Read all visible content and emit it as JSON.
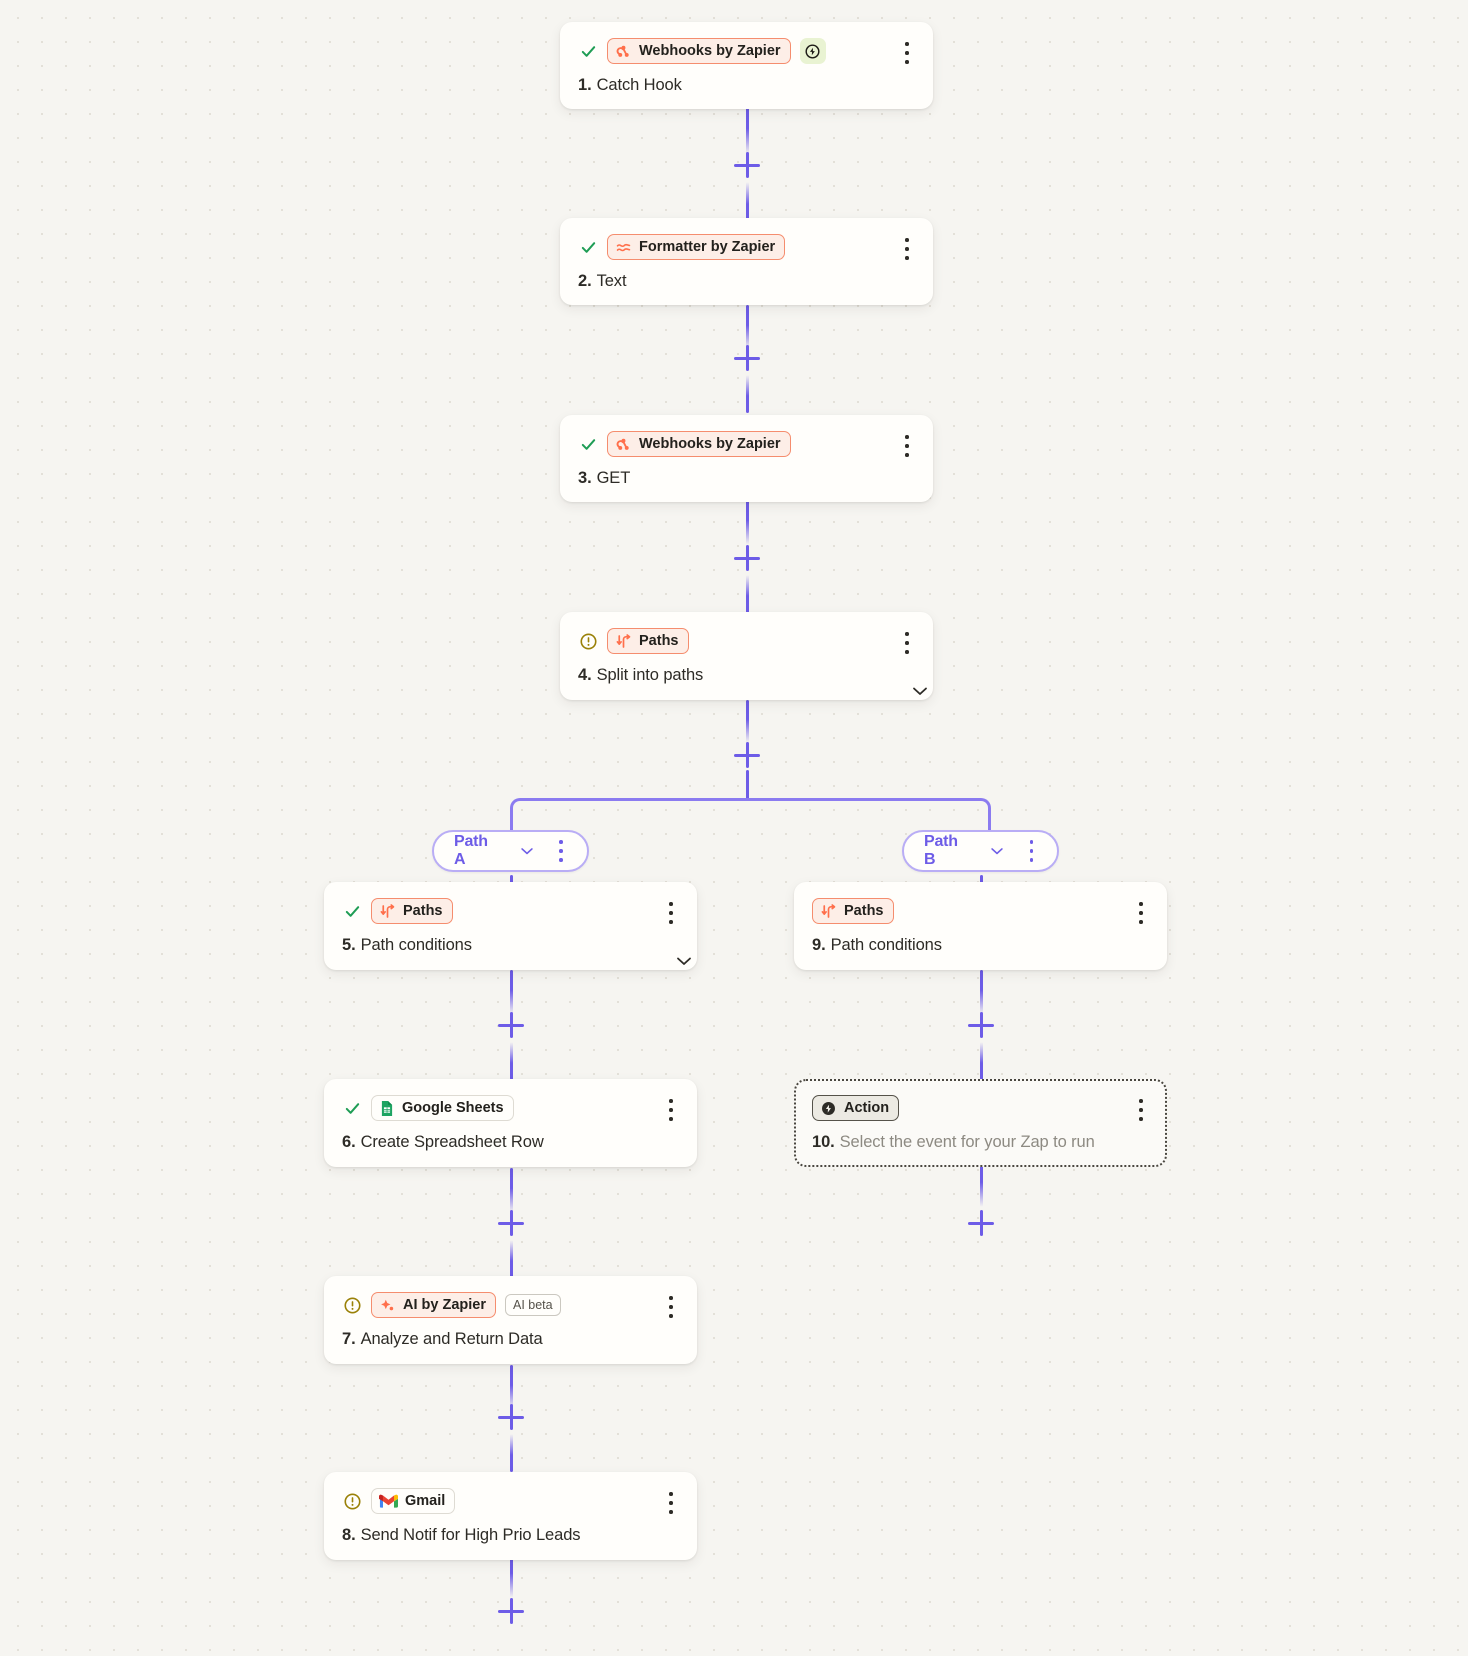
{
  "canvas": {
    "background_color": "#f6f5f1",
    "connector_color": "#6d5ce7",
    "accent_orange": "#f58d6e",
    "warning_color": "#9a8108",
    "success_color": "#1f9d55"
  },
  "nodes": [
    {
      "id": "step-1",
      "number": "1.",
      "title": "Catch Hook",
      "app": "Webhooks by Zapier",
      "app_icon": "webhooks-icon",
      "status_icon": "check-icon",
      "instant_badge": "instant-trigger-icon",
      "menu_icon": "kebab-menu-icon",
      "has_chevron": false
    },
    {
      "id": "step-2",
      "number": "2.",
      "title": "Text",
      "app": "Formatter by Zapier",
      "app_icon": "formatter-icon",
      "status_icon": "check-icon",
      "menu_icon": "kebab-menu-icon",
      "has_chevron": false
    },
    {
      "id": "step-3",
      "number": "3.",
      "title": "GET",
      "app": "Webhooks by Zapier",
      "app_icon": "webhooks-icon",
      "status_icon": "check-icon",
      "menu_icon": "kebab-menu-icon",
      "has_chevron": false
    },
    {
      "id": "step-4",
      "number": "4.",
      "title": "Split into paths",
      "app": "Paths",
      "app_icon": "paths-icon",
      "status_icon": "warning-icon",
      "menu_icon": "kebab-menu-icon",
      "has_chevron": true
    },
    {
      "id": "step-5",
      "number": "5.",
      "title": "Path conditions",
      "app": "Paths",
      "app_icon": "paths-icon",
      "status_icon": "check-icon",
      "menu_icon": "kebab-menu-icon",
      "has_chevron": true
    },
    {
      "id": "step-6",
      "number": "6.",
      "title": "Create Spreadsheet Row",
      "app": "Google Sheets",
      "app_icon": "google-sheets-icon",
      "status_icon": "check-icon",
      "menu_icon": "kebab-menu-icon",
      "has_chevron": false
    },
    {
      "id": "step-7",
      "number": "7.",
      "title": "Analyze and Return Data",
      "app": "AI by Zapier",
      "app_icon": "ai-sparkle-icon",
      "chip": "AI beta",
      "status_icon": "warning-icon",
      "menu_icon": "kebab-menu-icon",
      "has_chevron": false
    },
    {
      "id": "step-8",
      "number": "8.",
      "title": "Send Notif for High Prio Leads",
      "app": "Gmail",
      "app_icon": "gmail-icon",
      "status_icon": "warning-icon",
      "menu_icon": "kebab-menu-icon",
      "has_chevron": false
    },
    {
      "id": "step-9",
      "number": "9.",
      "title": "Path conditions",
      "app": "Paths",
      "app_icon": "paths-icon",
      "status_icon": "none",
      "menu_icon": "kebab-menu-icon",
      "has_chevron": false
    },
    {
      "id": "step-10",
      "number": "10.",
      "title": "Select the event for your Zap to run",
      "app": "Action",
      "app_icon": "action-bolt-icon",
      "status_icon": "none",
      "menu_icon": "kebab-menu-icon",
      "has_chevron": false,
      "placeholder": true
    }
  ],
  "paths": [
    {
      "id": "path-a",
      "label": "Path A",
      "chevron": "chevron-down-icon",
      "menu_icon": "kebab-menu-icon"
    },
    {
      "id": "path-b",
      "label": "Path B",
      "chevron": "chevron-down-icon",
      "menu_icon": "kebab-menu-icon"
    }
  ],
  "connectors": {
    "add_step_label": "+",
    "add_step_name": "add-step-button"
  }
}
